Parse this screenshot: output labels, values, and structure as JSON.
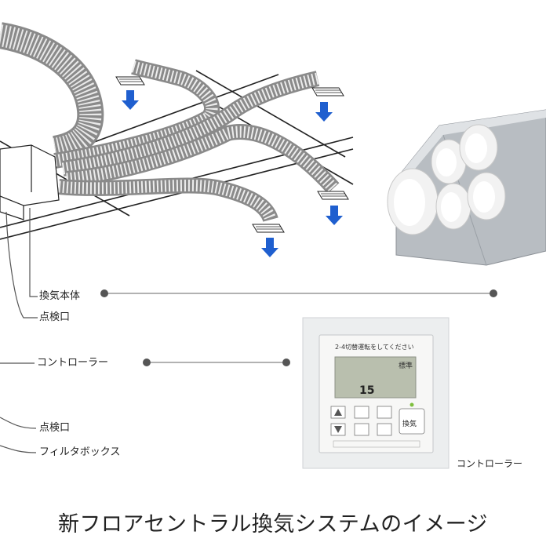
{
  "labels": {
    "main_unit": "換気本体",
    "inspection_port_1": "点検口",
    "controller": "コントローラー",
    "inspection_port_2": "点検口",
    "filter_box": "フィルタボックス"
  },
  "controller_photo": {
    "caption": "コントローラー",
    "instruction": "2-4切替運転をしてください",
    "mode": "標準",
    "readout": "15",
    "vent_button": "換気"
  },
  "caption": "新フロアセントラル換気システムのイメージ",
  "colors": {
    "duct": "#8a8a8a",
    "arrow": "#1f5fcf",
    "leader": "#555555",
    "box": "#b8bdc2"
  },
  "icons": [
    "airflow-arrow-icon",
    "grille-icon",
    "leader-dot-icon"
  ]
}
